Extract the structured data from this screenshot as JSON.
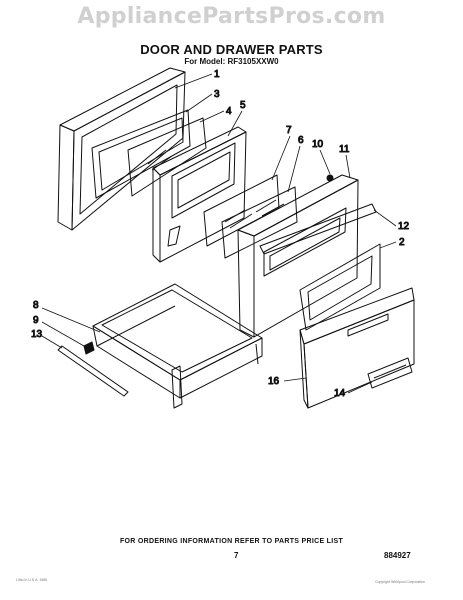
{
  "watermark": "AppliancePartsPros.com",
  "title": "DOOR AND DRAWER PARTS",
  "subtitle": "For Model: RF3105XXW0",
  "callouts": [
    {
      "id": "c1",
      "label": "1"
    },
    {
      "id": "c3",
      "label": "3"
    },
    {
      "id": "c4",
      "label": "4"
    },
    {
      "id": "c5",
      "label": "5"
    },
    {
      "id": "c7",
      "label": "7"
    },
    {
      "id": "c6",
      "label": "6"
    },
    {
      "id": "c10",
      "label": "10"
    },
    {
      "id": "c11",
      "label": "11"
    },
    {
      "id": "c12",
      "label": "12"
    },
    {
      "id": "c2",
      "label": "2"
    },
    {
      "id": "c8",
      "label": "8"
    },
    {
      "id": "c9",
      "label": "9"
    },
    {
      "id": "c13",
      "label": "13"
    },
    {
      "id": "c16",
      "label": "16"
    },
    {
      "id": "c14",
      "label": "14"
    }
  ],
  "footer": {
    "note": "FOR ORDERING INFORMATION REFER TO PARTS PRICE LIST",
    "page": "7",
    "code": "884927"
  },
  "fineprint": {
    "left": "Litho in U.S.A. 1985",
    "right": "Copyright Whirlpool Corporation"
  }
}
